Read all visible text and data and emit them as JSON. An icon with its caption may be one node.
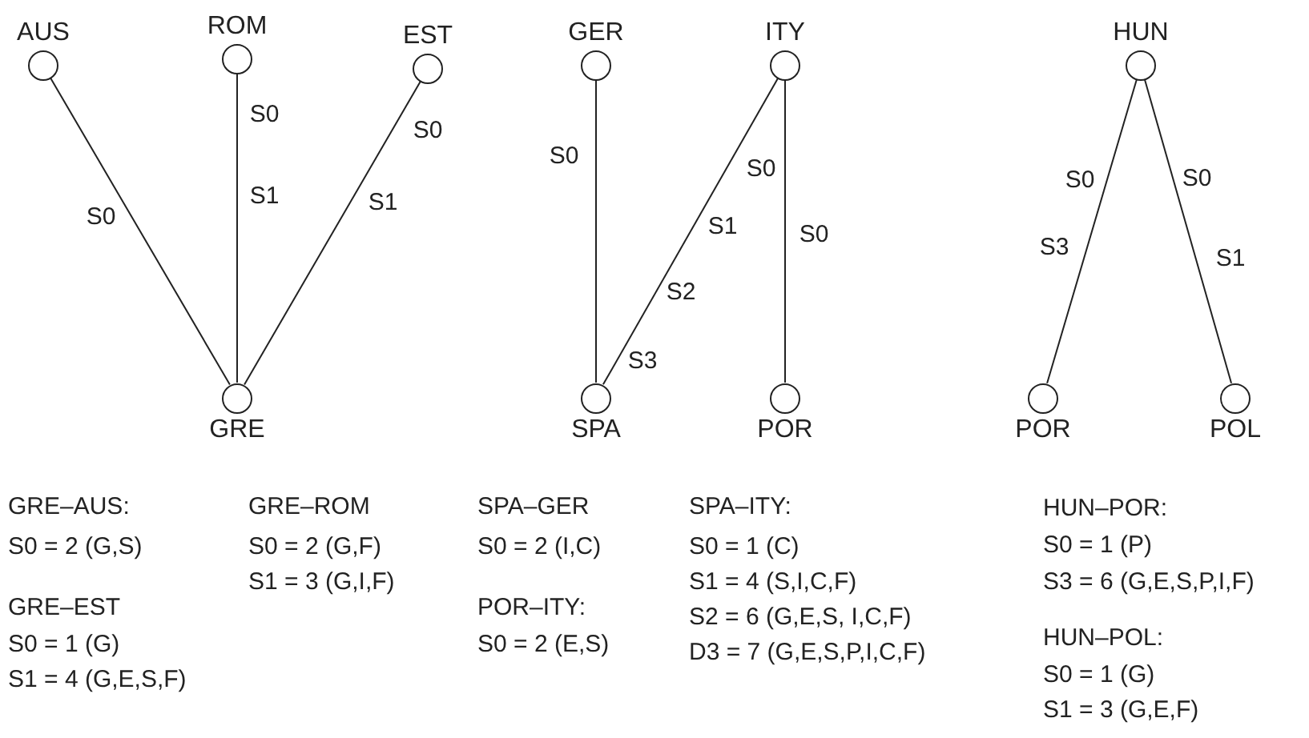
{
  "diagram": {
    "nodes": [
      {
        "text": [
          "AUS"
        ]
      },
      {
        "text": [
          "ROM"
        ]
      },
      {
        "text": [
          "EST"
        ]
      },
      {
        "text": [
          "GRE"
        ]
      },
      {
        "text": [
          "GER"
        ]
      },
      {
        "text": [
          "ITY"
        ]
      },
      {
        "text": [
          "SPA"
        ]
      },
      {
        "text": [
          "POR"
        ]
      },
      {
        "text": [
          "HUN"
        ]
      },
      {
        "text": [
          "POR"
        ]
      },
      {
        "text": [
          "POL"
        ]
      }
    ],
    "edges": [
      {
        "from": 0,
        "to": 3,
        "arrow": "none"
      },
      {
        "from": 1,
        "to": 3,
        "arrow": "none"
      },
      {
        "from": 2,
        "to": 3,
        "arrow": "none"
      },
      {
        "from": 4,
        "to": 6,
        "arrow": "none"
      },
      {
        "from": 5,
        "to": 6,
        "arrow": "none"
      },
      {
        "from": 5,
        "to": 7,
        "arrow": "none"
      },
      {
        "from": 8,
        "to": 9,
        "arrow": "none"
      },
      {
        "from": 8,
        "to": 10,
        "arrow": "none"
      }
    ],
    "labels": [
      "S0",
      "S0",
      "S0",
      "S1",
      "S1",
      "S0",
      "S0",
      "S1",
      "S2",
      "S3",
      "S0",
      "S0",
      "S0",
      "S3",
      "S1",
      "GRE–AUS:",
      "S0 = 2 (G,S)",
      "GRE–EST",
      "S0 = 1 (G)",
      "S1 = 4 (G,E,S,F)",
      "GRE–ROM",
      "S0 = 2 (G,F)",
      "S1 = 3 (G,I,F)",
      "SPA–GER",
      "S0 = 2 (I,C)",
      "POR–ITY:",
      "S0 = 2 (E,S)",
      "SPA–ITY:",
      "S0 = 1 (C)",
      "S1 = 4 (S,I,C,F)",
      "S2 = 6 (G,E,S, I,C,F)",
      "D3 = 7 (G,E,S,P,I,C,F)",
      "HUN–POR:",
      "S0 = 1 (P)",
      "S3 = 6 (G,E,S,P,I,F)",
      "HUN–POL:",
      "S0 = 1 (G)",
      "S1 = 3 (G,E,F)"
    ]
  }
}
